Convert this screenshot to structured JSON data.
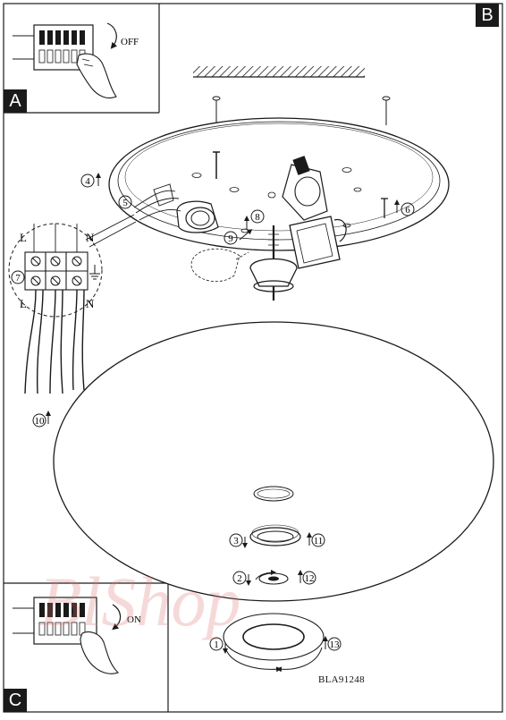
{
  "panels": {
    "a": {
      "letter": "A",
      "switch_label": "OFF"
    },
    "b": {
      "letter": "B"
    },
    "c": {
      "letter": "C",
      "switch_label": "ON"
    }
  },
  "terminal_labels": {
    "left_top": "L",
    "right_top": "N",
    "left_bottom": "L",
    "right_bottom": "N"
  },
  "steps": [
    "1",
    "2",
    "3",
    "4",
    "5",
    "6",
    "7",
    "8",
    "9",
    "10",
    "11",
    "12",
    "13"
  ],
  "product_code": "BLA91248",
  "watermark_text": "BlShop",
  "colors": {
    "line": "#1a1a1a",
    "panel_bg": "#1a1a1a",
    "watermark": "#e08080"
  }
}
